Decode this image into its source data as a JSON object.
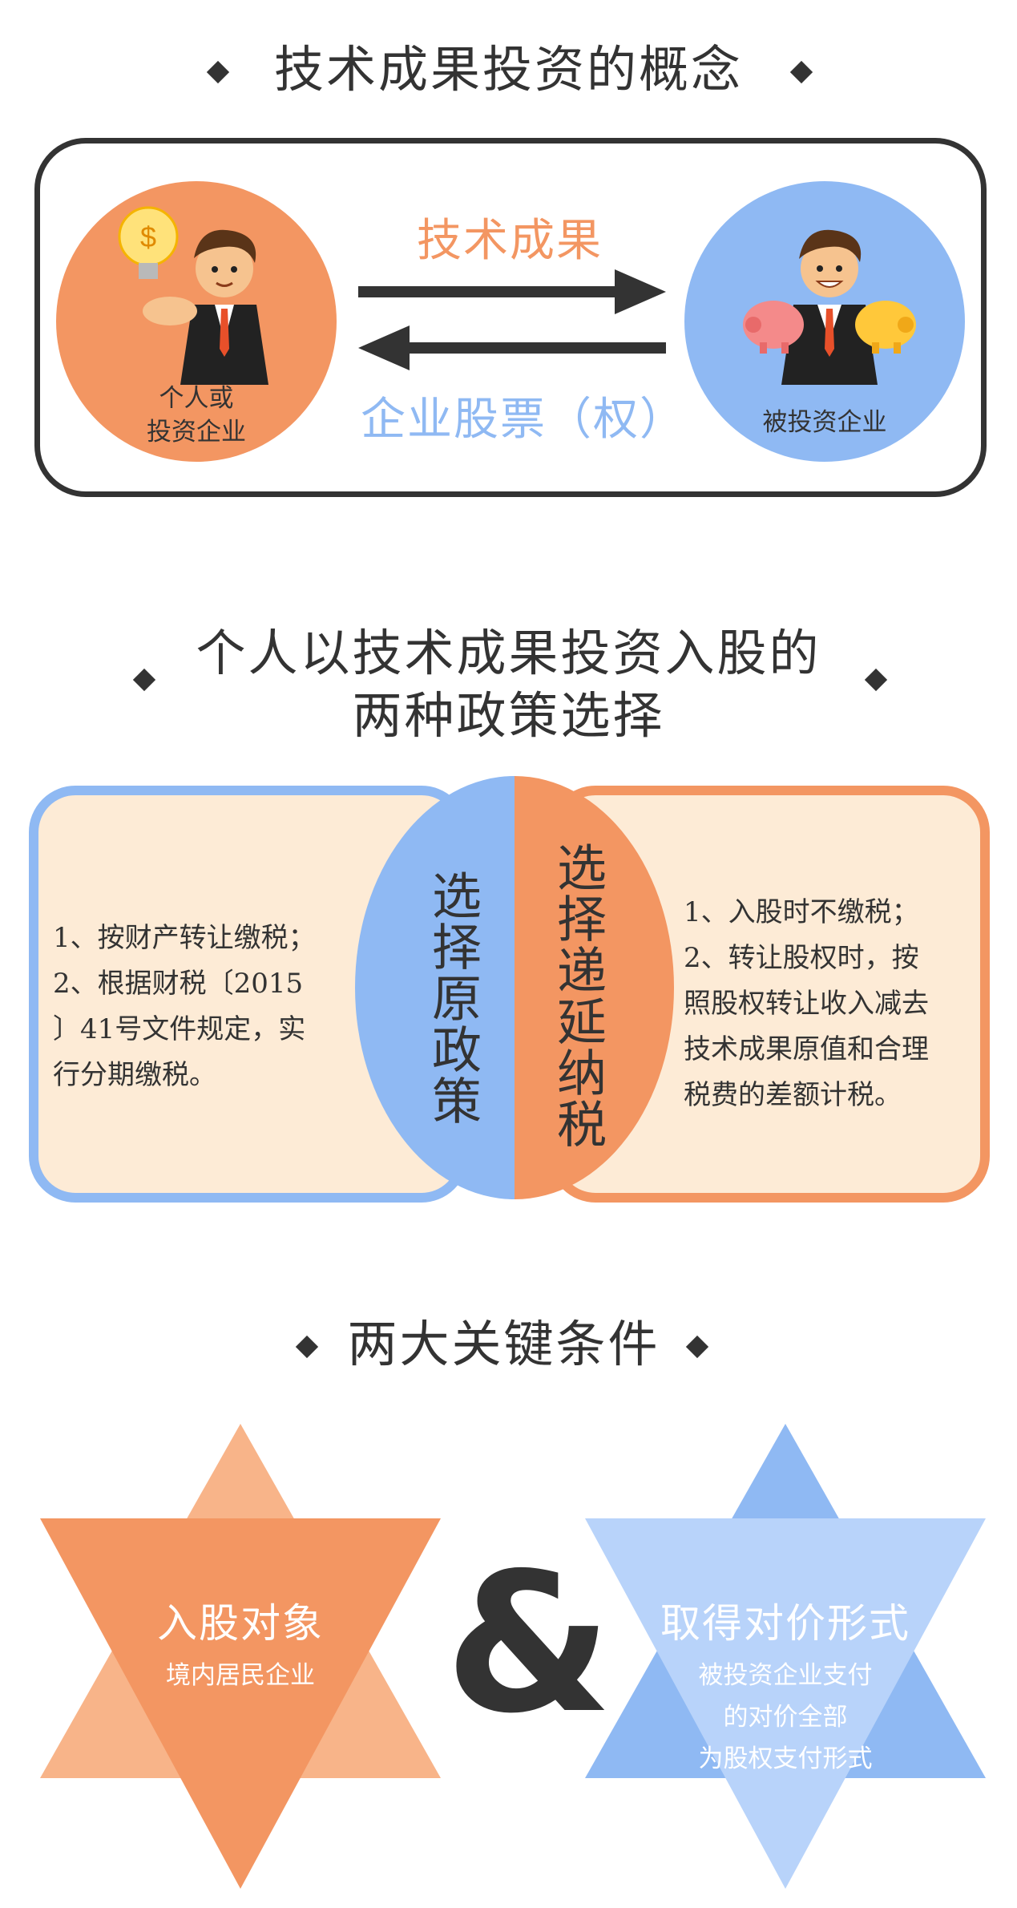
{
  "section1": {
    "title": "技术成果投资的概念",
    "left_label_line1": "个人或",
    "left_label_line2": "投资企业",
    "right_label": "被投资企业",
    "top_flow": "技术成果",
    "bottom_flow": "企业股票（权）"
  },
  "section2": {
    "title_line1": "个人以技术成果投资入股的",
    "title_line2": "两种政策选择",
    "left_vertical": "选择原政策",
    "right_vertical": "选择递延纳税",
    "left_text": "1、按财产转让缴税；\n2、根据财税〔2015\n〕41号文件规定，实\n行分期缴税。",
    "right_text": "1、入股时不缴税；\n2、转让股权时，按\n照股权转让收入减去\n技术成果原值和合理\n税费的差额计税。"
  },
  "section3": {
    "title": "两大关键条件",
    "left_title": "入股对象",
    "left_sub": "境内居民企业",
    "ampersand": "&",
    "right_title": "取得对价形式",
    "right_sub_line1": "被投资企业支付",
    "right_sub_line2": "的对价全部",
    "right_sub_line3": "为股权支付形式"
  },
  "colors": {
    "orange": "#f39662",
    "orange_light": "#f8b489",
    "blue": "#8fb9f3",
    "blue_light": "#b8d3fa",
    "cream": "#fdebd6",
    "dark": "#333333"
  },
  "icons": [
    "businessman-with-lightbulb-icon",
    "businessman-with-piggy-banks-icon",
    "arrow-right-icon",
    "arrow-left-icon",
    "diamond-bullet-icon"
  ]
}
